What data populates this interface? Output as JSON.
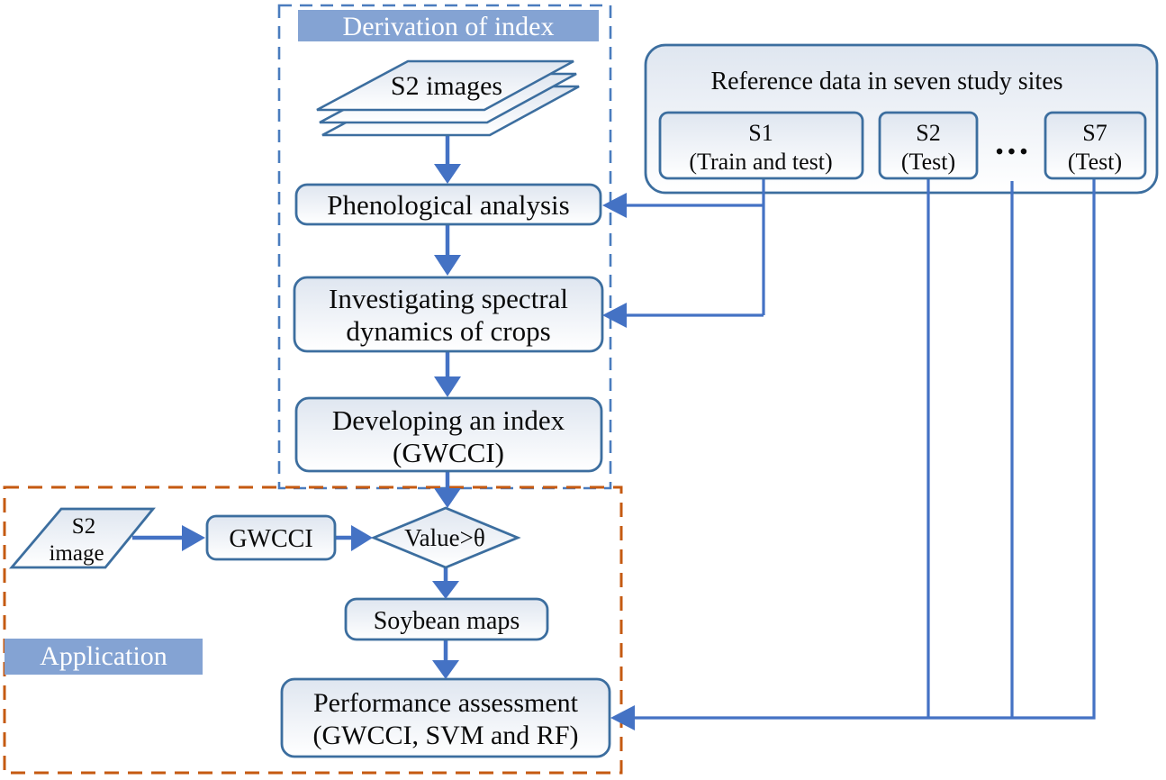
{
  "figure": {
    "type": "flowchart",
    "description": "Workflow for deriving and applying the GWCCI soybean mapping index"
  },
  "colors": {
    "connector": "#4472C4",
    "node_border": "#3C6E9F",
    "node_fill_top": "#DFE6F0",
    "node_fill_bottom": "#FFFFFF",
    "section_label_fill": "#84A3D3",
    "derivation_dash": "#4A7CBE",
    "application_dash": "#C55A11"
  },
  "sections": {
    "derivation": "Derivation of index",
    "application": "Application"
  },
  "nodes": {
    "s2_images": "S2 images",
    "phenological": "Phenological analysis",
    "investigating_1": "Investigating spectral",
    "investigating_2": "dynamics of crops",
    "developing_1": "Developing an index",
    "developing_2": "(GWCCI)",
    "s2_image_1": "S2",
    "s2_image_2": "image",
    "gwcci": "GWCCI",
    "decision": "Value>θ",
    "soybean": "Soybean maps",
    "performance_1": "Performance assessment",
    "performance_2": "(GWCCI, SVM and RF)"
  },
  "reference": {
    "title": "Reference data in seven study sites",
    "sites": [
      {
        "name": "S1",
        "role": "(Train and test)"
      },
      {
        "name": "S2",
        "role": "(Test)"
      },
      {
        "name": "S7",
        "role": "(Test)"
      }
    ],
    "ellipsis": "•••"
  }
}
